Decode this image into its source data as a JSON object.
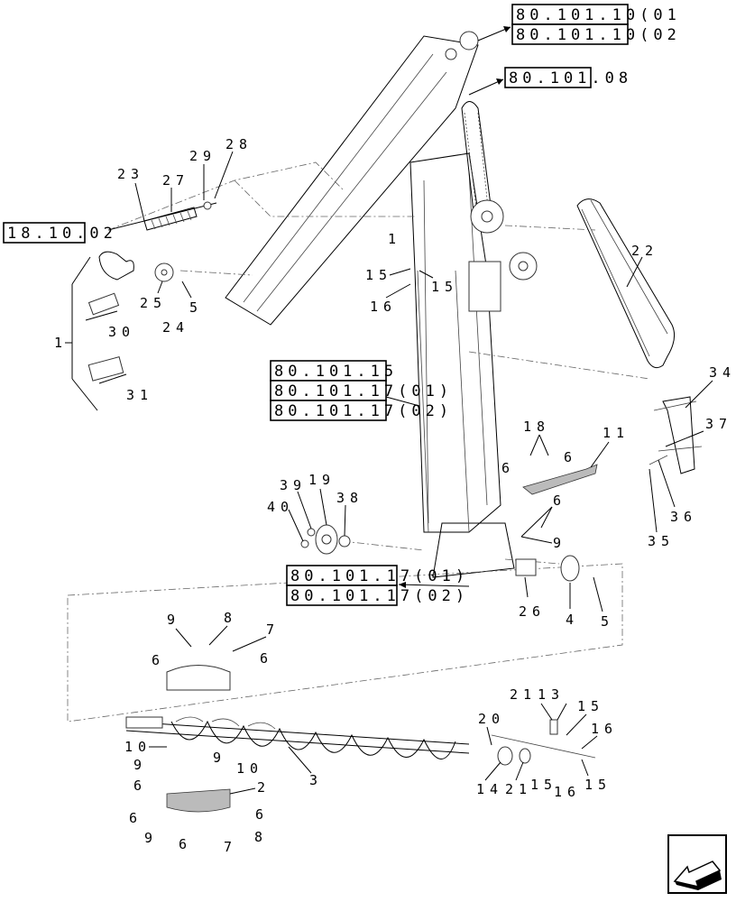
{
  "refs": {
    "r1": "80.101.10(01",
    "r2": "80.101.10(02",
    "r3": "80.101.08",
    "r4": "18.10.02",
    "r5a": "80.101.15",
    "r5b": "80.101.17(01)",
    "r5c": "80.101.17(02)",
    "r6a": "80.101.17(01)",
    "r6b": "80.101.17(02)"
  },
  "labels": {
    "l1": "1",
    "l2": "2",
    "l3": "3",
    "l4": "4",
    "l5a": "5",
    "l5b": "5",
    "l6": "6",
    "l7": "7",
    "l8": "8",
    "l9": "9",
    "l10": "10",
    "l11": "11",
    "l13": "13",
    "l14": "14",
    "l15": "15",
    "l16": "16",
    "l18": "18",
    "l19": "19",
    "l20": "20",
    "l21": "21",
    "l22": "22",
    "l23": "23",
    "l24": "24",
    "l25": "25",
    "l26": "26",
    "l27": "27",
    "l28": "28",
    "l29": "29",
    "l30": "30",
    "l31": "31",
    "l34": "34",
    "l35": "35",
    "l36": "36",
    "l37": "37",
    "l38": "38",
    "l39": "39",
    "l40": "40"
  },
  "nav": {
    "icon": "arrow-back-icon"
  }
}
